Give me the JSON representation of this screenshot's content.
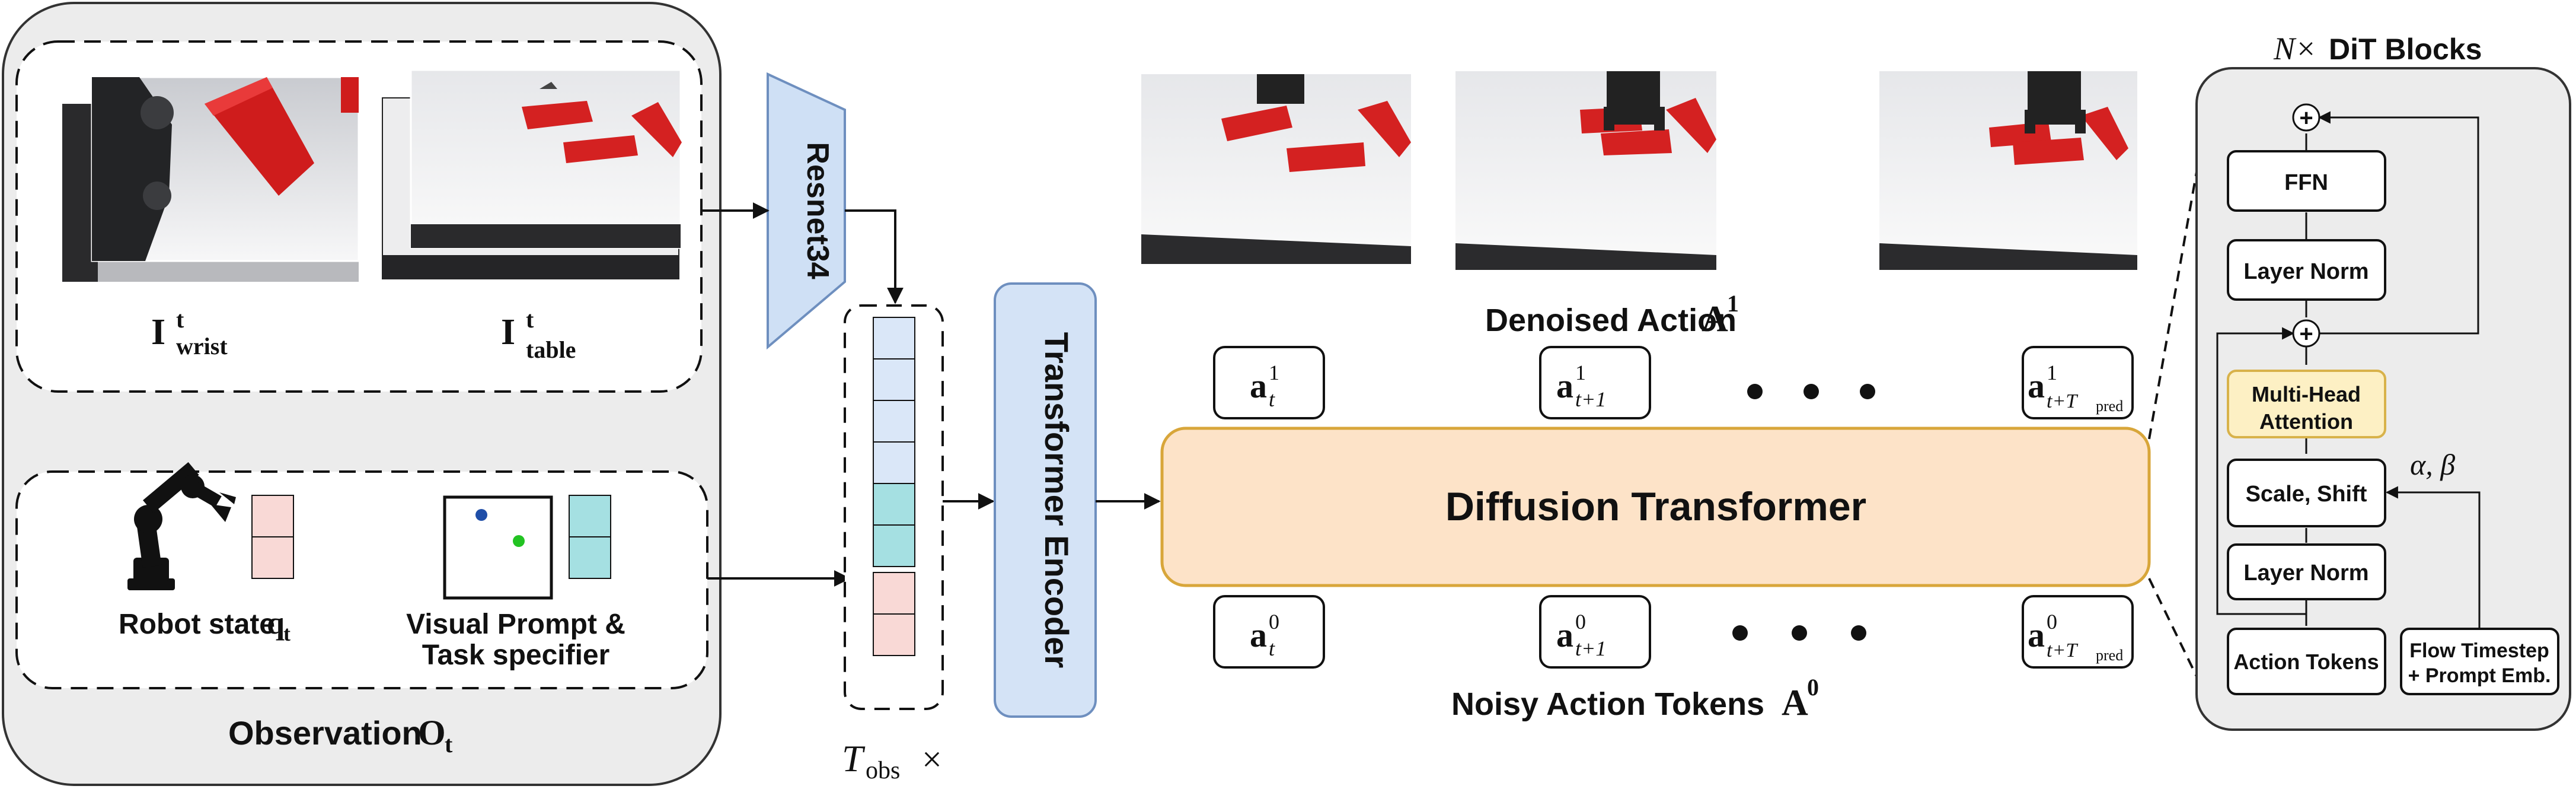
{
  "observation": {
    "title": "Observation",
    "title_symbol": "O",
    "title_symbol_sub": "t",
    "wrist_label": {
      "base": "I",
      "sup": "t",
      "sub": "wrist"
    },
    "table_label": {
      "base": "I",
      "sup": "t",
      "sub": "table"
    },
    "robot_state_label": "Robot state",
    "robot_state_symbol": "q",
    "robot_state_sub": "t",
    "visual_prompt_label_line1": "Visual Prompt &",
    "visual_prompt_label_line2": "Task specifier"
  },
  "resnet_label": "Resnet34",
  "token_stack_label": {
    "base": "T",
    "sub": "obs",
    "suffix": "×"
  },
  "transformer_encoder_label": "Transformer Encoder",
  "diffusion_transformer_label": "Diffusion Transformer",
  "denoised": {
    "label": "Denoised Action",
    "symbol": "A",
    "sup": "1"
  },
  "noisy": {
    "label": "Noisy Action Tokens",
    "symbol": "A",
    "sup": "0"
  },
  "top_tokens": [
    {
      "base": "a",
      "sup": "1",
      "sub": "t"
    },
    {
      "base": "a",
      "sup": "1",
      "sub": "t+1"
    },
    {
      "base": "a",
      "sup": "1",
      "sub": "t+T",
      "sub2": "pred"
    }
  ],
  "bottom_tokens": [
    {
      "base": "a",
      "sup": "0",
      "sub": "t"
    },
    {
      "base": "a",
      "sup": "0",
      "sub": "t+1"
    },
    {
      "base": "a",
      "sup": "0",
      "sub": "t+T",
      "sub2": "pred"
    }
  ],
  "ellipsis": "• • •",
  "dit": {
    "title_prefix": "N×",
    "title": "DiT Blocks",
    "ffn": "FFN",
    "layer_norm_top": "Layer Norm",
    "mha_line1": "Multi-Head",
    "mha_line2": "Attention",
    "scale_shift": "Scale, Shift",
    "layer_norm_bottom": "Layer Norm",
    "action_tokens": "Action Tokens",
    "flow_line1": "Flow Timestep",
    "flow_line2": "+ Prompt Emb.",
    "alpha_beta": "α, β",
    "plus": "+"
  },
  "colors": {
    "observation_bg": "#ececec",
    "resnet": "#cfe0f5",
    "resnet_stroke": "#6e8fbf",
    "encoder": "#d4e3f6",
    "encoder_stroke": "#6e8fbf",
    "diffusion": "#fde3c8",
    "diffusion_stroke": "#d8a63a",
    "mha": "#fdf0c4",
    "mha_stroke": "#d8b24a",
    "token_blue": "#dae7f8",
    "token_cyan": "#a5e0e2",
    "token_pink": "#f9d9d6",
    "red_block": "#d92020"
  }
}
